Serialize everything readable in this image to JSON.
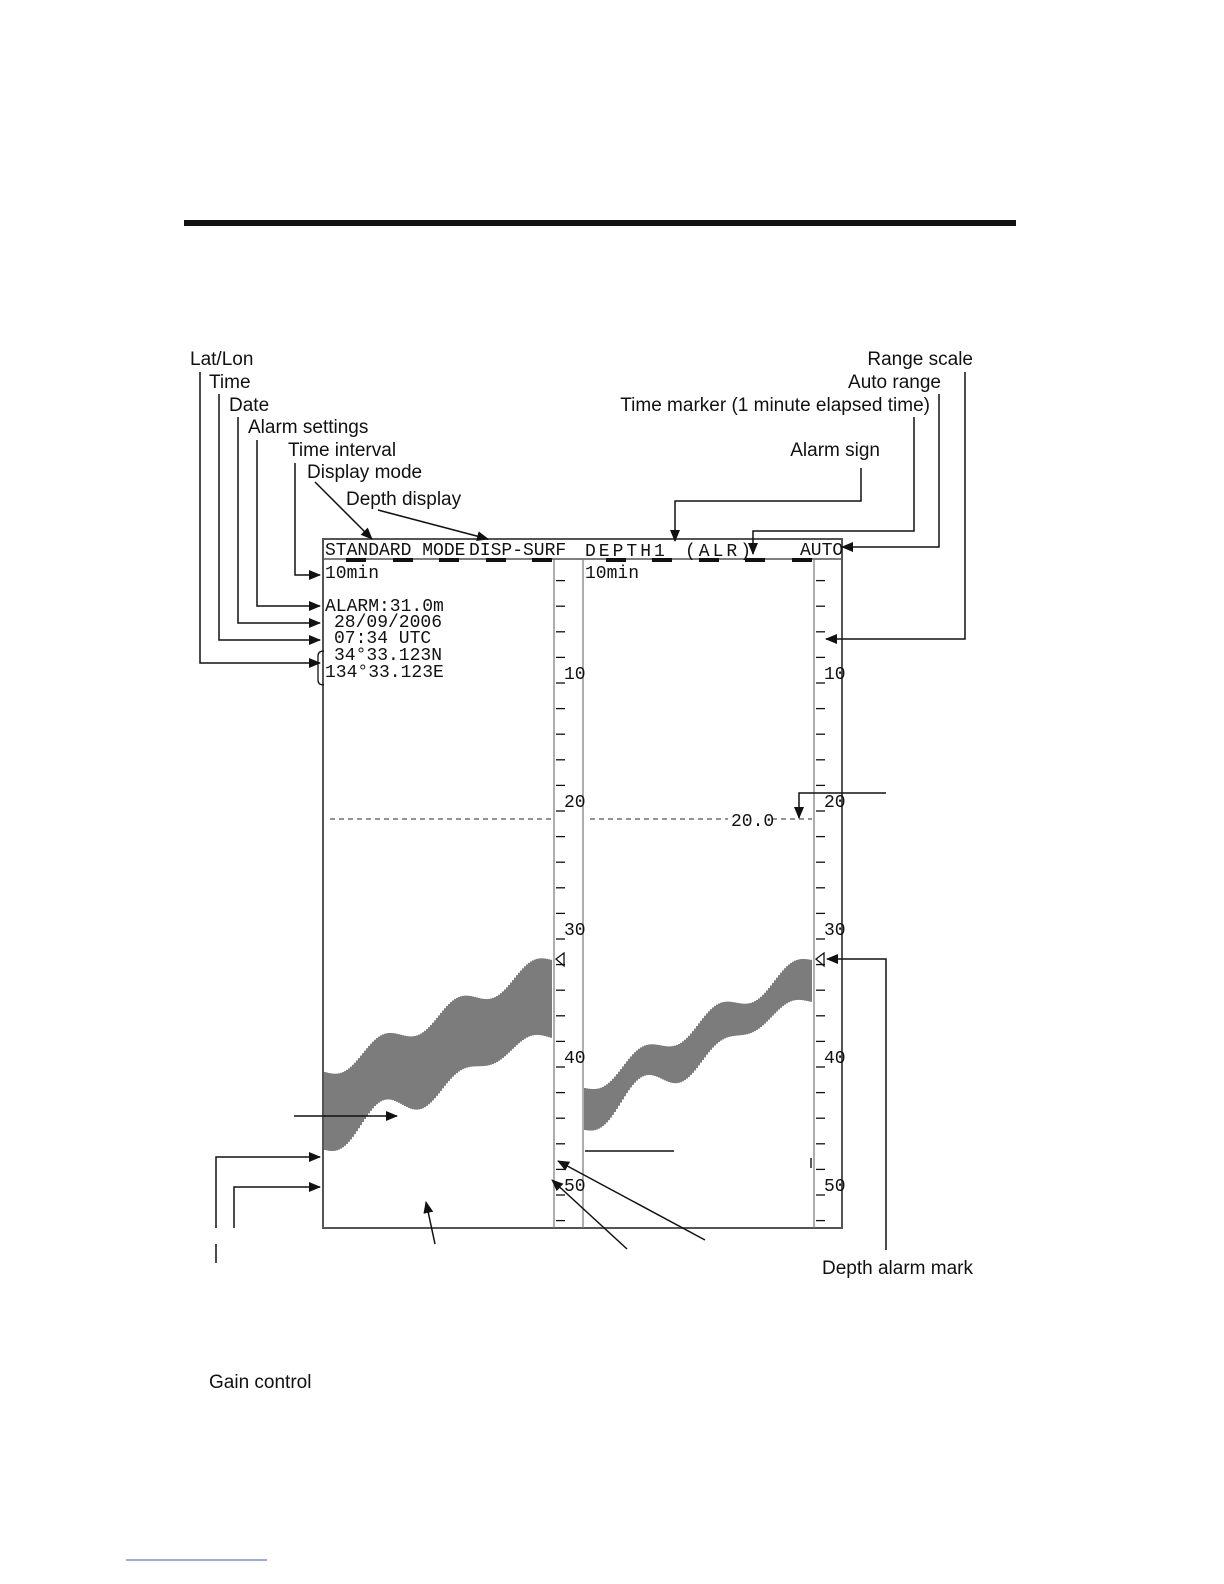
{
  "callouts": {
    "lat_lon": "Lat/Lon",
    "time": "Time",
    "date": "Date",
    "alarm_settings": "Alarm settings",
    "time_interval": "Time interval",
    "display_mode": "Display mode",
    "depth_display": "Depth display",
    "range_scale": "Range scale",
    "auto_range": "Auto range",
    "time_marker": "Time marker (1 minute elapsed time)",
    "alarm_sign": "Alarm sign",
    "depth_alarm_mark": "Depth alarm mark",
    "gain_control": "Gain control"
  },
  "screen": {
    "mode": "STANDARD MODE",
    "disp": "DISP-SURF",
    "depth": "DEPTH1",
    "alarm_flag": "(ALR)",
    "auto": "AUTO",
    "interval_left": "10min",
    "interval_right": "10min",
    "alarm": "ALARM:31.0m",
    "date": "28/09/2006",
    "time": "07:34  UTC",
    "lat": "34°33.123N",
    "lon": "134°33.123E",
    "depth_readout": "20.0"
  },
  "scale": {
    "labels": [
      "10",
      "20",
      "30",
      "40",
      "50"
    ],
    "max_depth": 53,
    "alarm_depth": 31.0,
    "current_depth": 20.0
  },
  "colors": {
    "ink": "#111111",
    "panel_border": "#555555",
    "background": "#ffffff"
  }
}
